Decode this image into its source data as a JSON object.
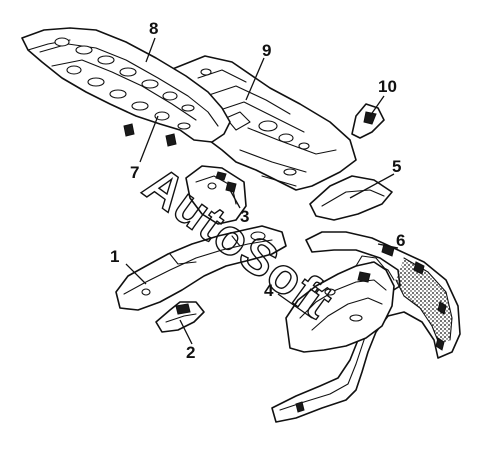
{
  "watermark": "AutoSoft",
  "colors": {
    "line": "#111111",
    "background": "#ffffff"
  },
  "callouts": [
    {
      "id": "1",
      "label": "1"
    },
    {
      "id": "2",
      "label": "2"
    },
    {
      "id": "3",
      "label": "3"
    },
    {
      "id": "4",
      "label": "4"
    },
    {
      "id": "5",
      "label": "5"
    },
    {
      "id": "6",
      "label": "6"
    },
    {
      "id": "7",
      "label": "7"
    },
    {
      "id": "8",
      "label": "8"
    },
    {
      "id": "9",
      "label": "9"
    },
    {
      "id": "10",
      "label": "10"
    }
  ]
}
